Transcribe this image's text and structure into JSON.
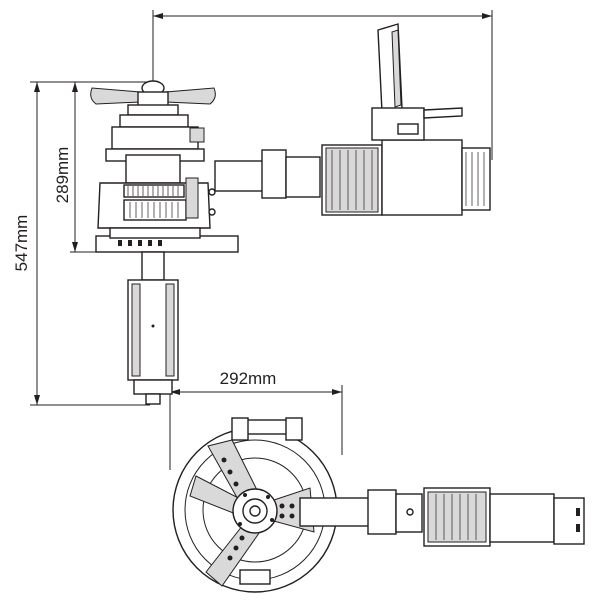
{
  "dimensions": {
    "total_height": "547mm",
    "body_height": "289mm",
    "flange_width": "292mm"
  },
  "colors": {
    "line": "#231f20",
    "shade": "#d9d9d9",
    "background": "#ffffff"
  }
}
